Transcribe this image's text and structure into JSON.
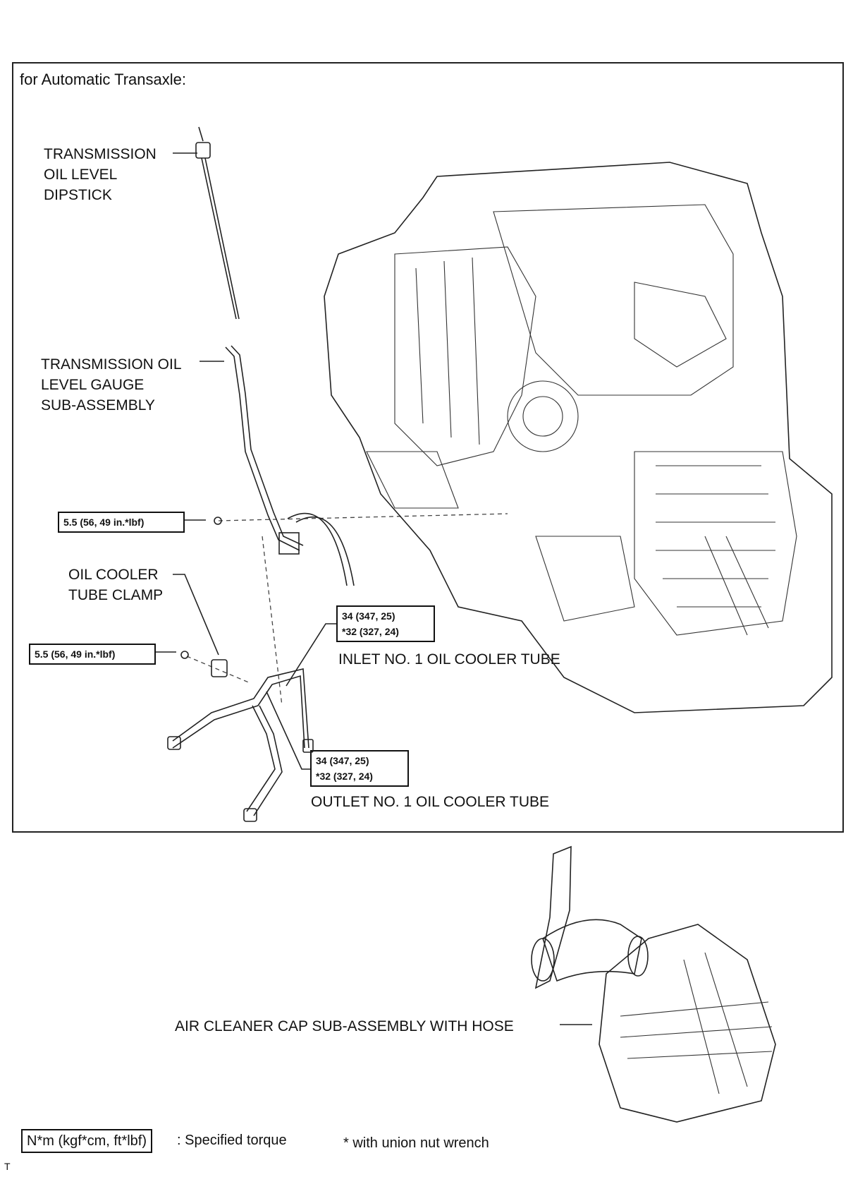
{
  "section_title": "for Automatic Transaxle:",
  "labels": {
    "dipstick": "TRANSMISSION\nOIL LEVEL\nDIPSTICK",
    "gauge": "TRANSMISSION OIL\nLEVEL GAUGE\nSUB-ASSEMBLY",
    "clamp": "OIL COOLER\nTUBE CLAMP",
    "inlet_tube": "INLET NO. 1 OIL COOLER TUBE",
    "outlet_tube": "OUTLET NO. 1 OIL COOLER TUBE",
    "air_cleaner": "AIR CLEANER CAP SUB-ASSEMBLY WITH HOSE"
  },
  "torques": {
    "gauge_bolt": "5.5 (56, 49 in.*lbf)",
    "clamp_bolt": "5.5 (56, 49 in.*lbf)",
    "inlet": "34 (347, 25)\n*32 (327, 24)",
    "outlet": "34 (347, 25)\n*32 (327, 24)"
  },
  "legend": {
    "box_text": "N*m (kgf*cm, ft*lbf)",
    "description": ": Specified torque",
    "note": "* with union nut wrench"
  },
  "corner_mark": "T"
}
